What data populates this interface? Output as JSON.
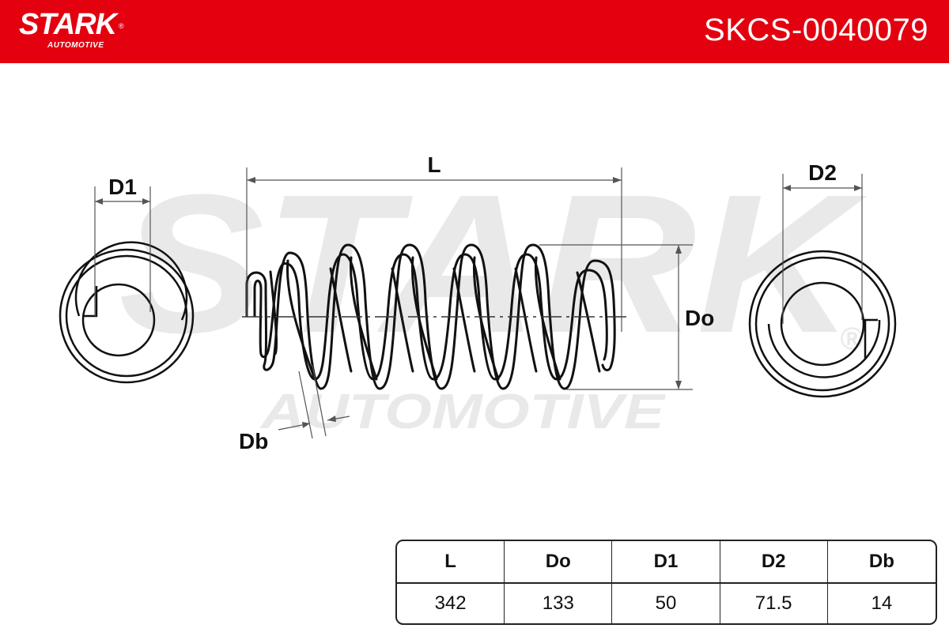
{
  "brand": {
    "name": "STARK",
    "sub": "AUTOMOTIVE",
    "registered_mark": "®",
    "color": "#e3000f"
  },
  "part_number": "SKCS-0040079",
  "watermark": {
    "main": "STARK",
    "sub": "AUTOMOTIVE",
    "registered_mark": "®"
  },
  "dimension_labels": {
    "L": "L",
    "Do": "Do",
    "D1": "D1",
    "D2": "D2",
    "Db": "Db"
  },
  "spec_table": {
    "headers": [
      "L",
      "Do",
      "D1",
      "D2",
      "Db"
    ],
    "values": [
      "342",
      "133",
      "50",
      "71.5",
      "14"
    ]
  }
}
